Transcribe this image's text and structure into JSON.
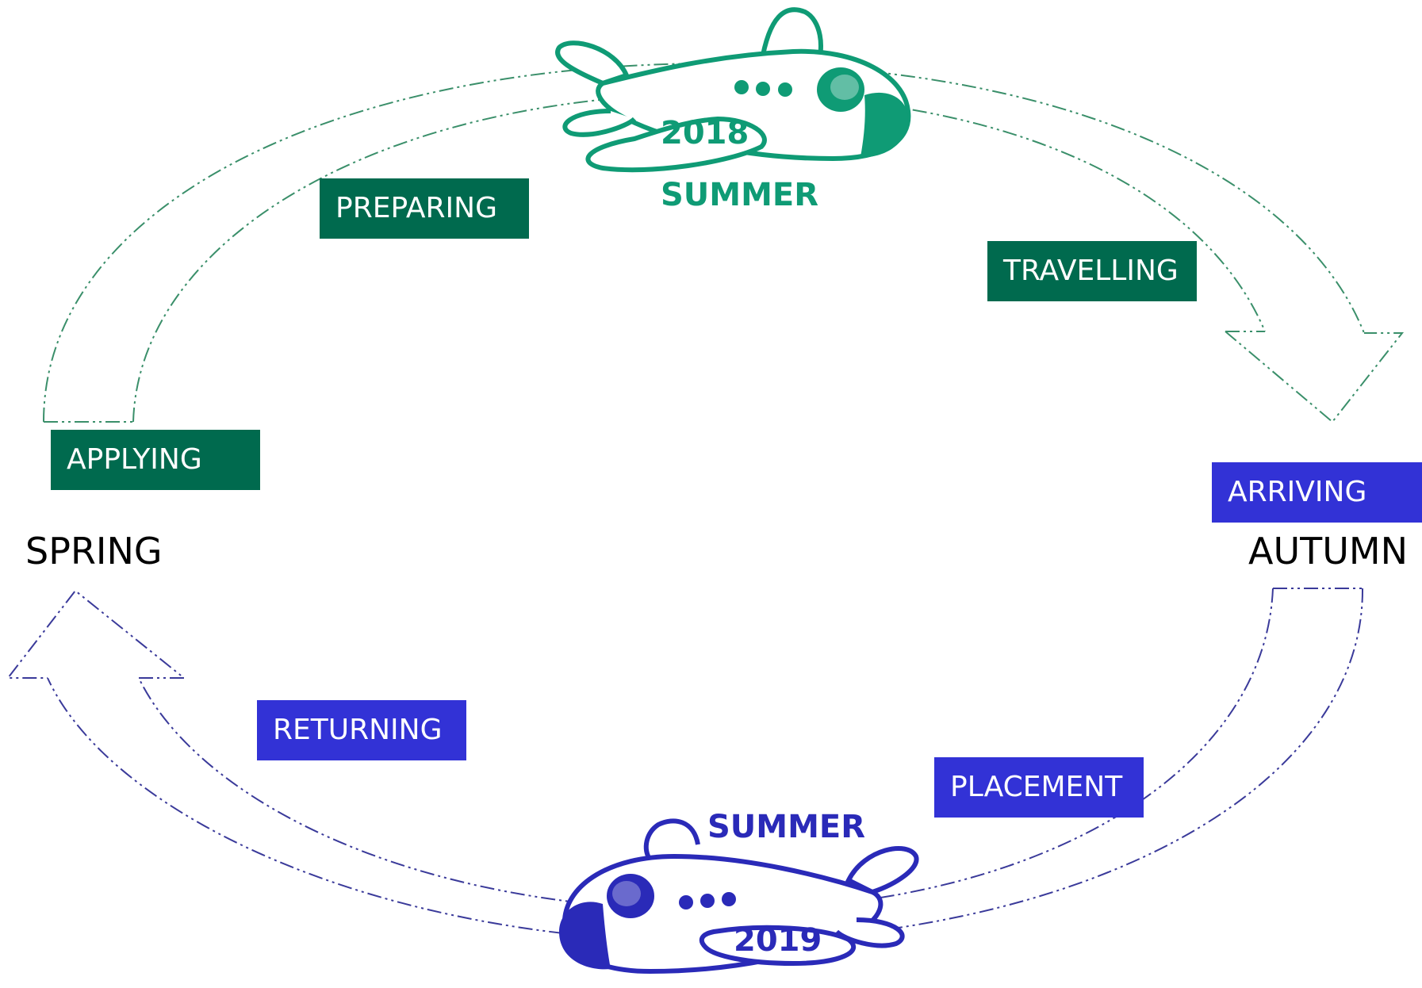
{
  "colors": {
    "green_box": "#006a4e",
    "green_plane": "#0f9b75",
    "blue_box": "#3232d6",
    "blue_plane": "#2a2ab8",
    "arrow_green": "#3a8f6a",
    "arrow_blue": "#3a3a9a"
  },
  "seasons": {
    "spring": "SPRING",
    "autumn": "AUTUMN"
  },
  "top_plane": {
    "year": "2018",
    "season": "SUMMER",
    "icon": "airplane-icon"
  },
  "bottom_plane": {
    "year": "2019",
    "season": "SUMMER",
    "icon": "airplane-icon"
  },
  "stages": {
    "preparing": "PREPARING",
    "travelling": "TRAVELLING",
    "applying": "APPLYING",
    "arriving": "ARRIVING",
    "returning": "RETURNING",
    "placement": "PLACEMENT"
  }
}
